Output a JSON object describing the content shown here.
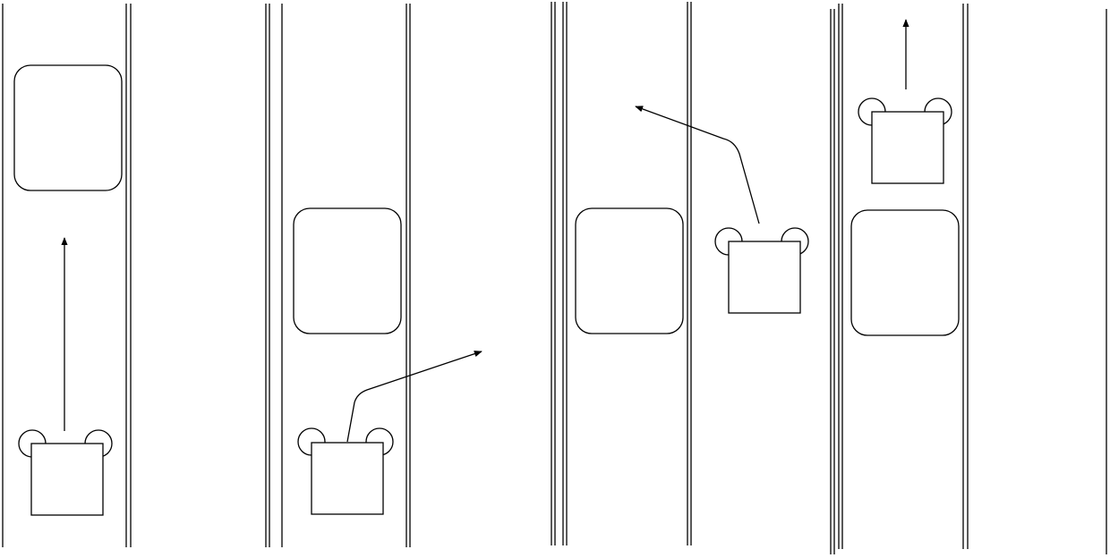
{
  "diagram": {
    "description_text": "",
    "colors": {
      "background": "#ffffff",
      "line": "#000000"
    },
    "panels": [
      {
        "step": 1,
        "motion": "straight-ahead"
      },
      {
        "step": 2,
        "motion": "veer-right"
      },
      {
        "step": 3,
        "motion": "veer-left"
      },
      {
        "step": 4,
        "motion": "straight-ahead"
      }
    ]
  }
}
